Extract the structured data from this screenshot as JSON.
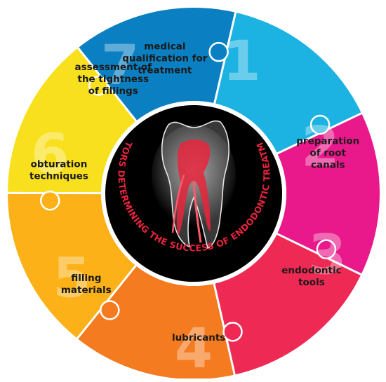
{
  "title": "FACTORS DETERMINING THE SUCCESS OF ENDODONTIC TREATMENT",
  "segments": [
    {
      "number": "1",
      "lines": [
        "medical",
        "qualification for",
        "treatment"
      ],
      "color": "#0a80c2"
    },
    {
      "number": "2",
      "lines": [
        "preparation",
        "of root",
        "canals"
      ],
      "color": "#1cb2e2"
    },
    {
      "number": "3",
      "lines": [
        "endodontic",
        "tools"
      ],
      "color": "#e9198b"
    },
    {
      "number": "4",
      "lines": [
        "lubricants"
      ],
      "color": "#ee2954"
    },
    {
      "number": "5",
      "lines": [
        "filling",
        "materials"
      ],
      "color": "#f47b20"
    },
    {
      "number": "6",
      "lines": [
        "obturation",
        "techniques"
      ],
      "color": "#fbb117"
    },
    {
      "number": "7",
      "lines": [
        "assessment of",
        "the tightness",
        "of fillings"
      ],
      "color": "#f9e01e"
    }
  ],
  "center": {
    "icon": "tooth-root-canal-icon",
    "background": "#000000"
  }
}
